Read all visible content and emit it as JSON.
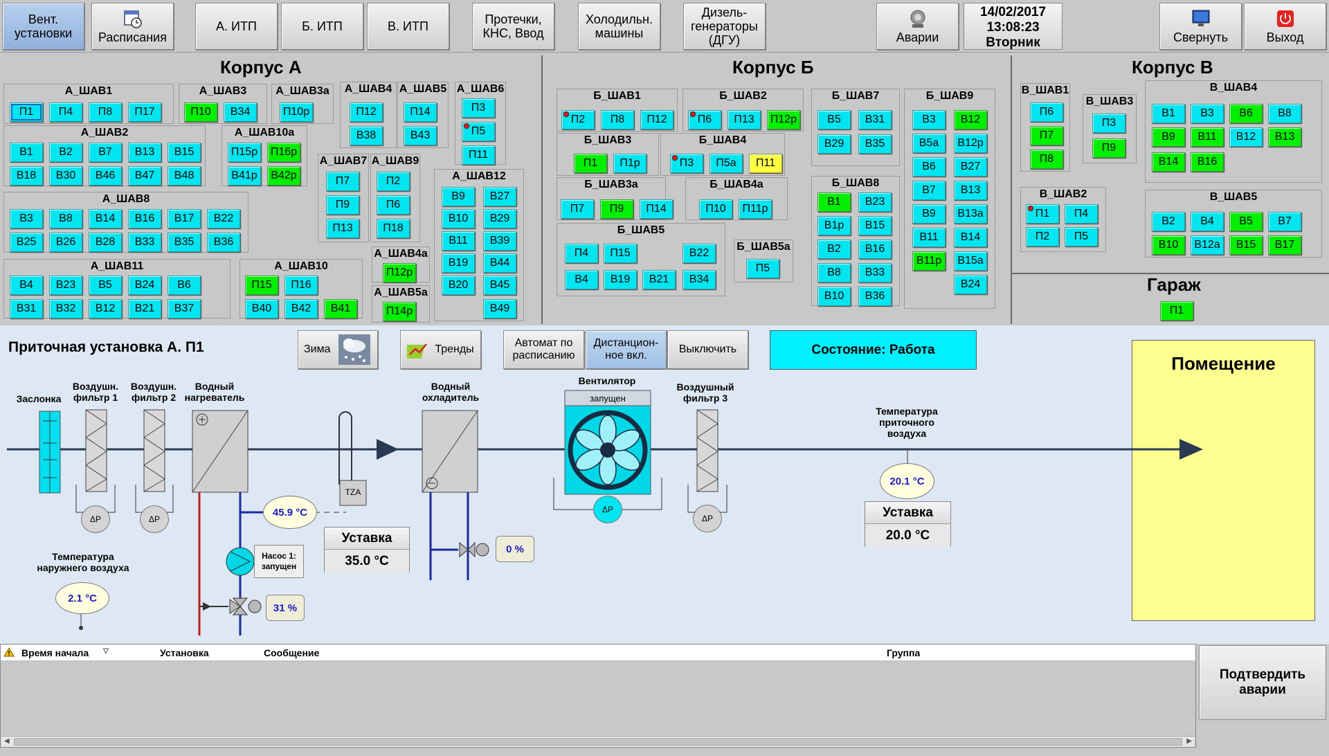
{
  "toolbar": {
    "buttons": {
      "vent": "Вент.\nустановки",
      "schedule": "Расписания",
      "a_itp": "А. ИТП",
      "b_itp": "Б. ИТП",
      "v_itp": "В. ИТП",
      "leaks": "Протечки,\nКНС, Ввод",
      "chillers": "Холодильн.\nмашины",
      "diesel": "Дизель-\nгенераторы\n(ДГУ)",
      "alarms": "Аварии",
      "minimize": "Свернуть",
      "exit": "Выход"
    },
    "date": "14/02/2017",
    "time": "13:08:23",
    "weekday": "Вторник",
    "active": "vent"
  },
  "buildings": {
    "a_title": "Корпус А",
    "b_title": "Корпус Б",
    "v_title": "Корпус В",
    "garage_title": "Гараж"
  },
  "groups": [
    {
      "id": "a_shav1",
      "label": "А_ШАВ1",
      "units": [
        {
          "n": "П1",
          "c": "c",
          "sel": true
        },
        {
          "n": "П4",
          "c": "c"
        },
        {
          "n": "П8",
          "c": "c"
        },
        {
          "n": "П17",
          "c": "c"
        }
      ]
    },
    {
      "id": "a_shav3",
      "label": "А_ШАВ3",
      "units": [
        {
          "n": "П10",
          "c": "g"
        },
        {
          "n": "В34",
          "c": "c"
        }
      ]
    },
    {
      "id": "a_shav3a",
      "label": "А_ШАВ3а",
      "units": [
        {
          "n": "П10р",
          "c": "c"
        }
      ]
    },
    {
      "id": "a_shav4",
      "label": "А_ШАВ4",
      "units": [
        {
          "n": "П12",
          "c": "c"
        },
        {
          "n": "В38",
          "c": "c"
        }
      ]
    },
    {
      "id": "a_shav5",
      "label": "А_ШАВ5",
      "units": [
        {
          "n": "П14",
          "c": "c"
        },
        {
          "n": "В43",
          "c": "c"
        }
      ]
    },
    {
      "id": "a_shav6",
      "label": "А_ШАВ6",
      "units": [
        {
          "n": "П3",
          "c": "c"
        },
        {
          "n": "П5",
          "c": "c",
          "alarm": true
        },
        {
          "n": "П11",
          "c": "c"
        }
      ]
    },
    {
      "id": "a_shav2",
      "label": "А_ШАВ2",
      "units": [
        {
          "n": "В1",
          "c": "c"
        },
        {
          "n": "В2",
          "c": "c"
        },
        {
          "n": "В7",
          "c": "c"
        },
        {
          "n": "В13",
          "c": "c"
        },
        {
          "n": "В15",
          "c": "c"
        },
        {
          "n": "В18",
          "c": "c"
        },
        {
          "n": "В30",
          "c": "c"
        },
        {
          "n": "В46",
          "c": "c"
        },
        {
          "n": "В47",
          "c": "c"
        },
        {
          "n": "В48",
          "c": "c"
        }
      ]
    },
    {
      "id": "a_shav10a",
      "label": "А_ШАВ10а",
      "units": [
        {
          "n": "П15р",
          "c": "c"
        },
        {
          "n": "П16р",
          "c": "g"
        },
        {
          "n": "В41р",
          "c": "c"
        },
        {
          "n": "В42р",
          "c": "g"
        }
      ]
    },
    {
      "id": "a_shav7",
      "label": "А_ШАВ7",
      "units": [
        {
          "n": "П7",
          "c": "c"
        },
        {
          "n": "П9",
          "c": "c"
        },
        {
          "n": "П13",
          "c": "c"
        }
      ]
    },
    {
      "id": "a_shav9",
      "label": "А_ШАВ9",
      "units": [
        {
          "n": "П2",
          "c": "c"
        },
        {
          "n": "П6",
          "c": "c"
        },
        {
          "n": "П18",
          "c": "c"
        }
      ]
    },
    {
      "id": "a_shav12",
      "label": "А_ШАВ12",
      "units": [
        {
          "n": "В9",
          "c": "c"
        },
        {
          "n": "В27",
          "c": "c"
        },
        {
          "n": "В10",
          "c": "c"
        },
        {
          "n": "В29",
          "c": "c"
        },
        {
          "n": "В11",
          "c": "c"
        },
        {
          "n": "В39",
          "c": "c"
        },
        {
          "n": "В19",
          "c": "c"
        },
        {
          "n": "В44",
          "c": "c"
        },
        {
          "n": "В20",
          "c": "c"
        },
        {
          "n": "В45",
          "c": "c"
        },
        {
          "n": "В49",
          "c": "c"
        }
      ]
    },
    {
      "id": "a_shav8",
      "label": "А_ШАВ8",
      "units": [
        {
          "n": "В3",
          "c": "c"
        },
        {
          "n": "В8",
          "c": "c"
        },
        {
          "n": "В14",
          "c": "c"
        },
        {
          "n": "В16",
          "c": "c"
        },
        {
          "n": "В17",
          "c": "c"
        },
        {
          "n": "В22",
          "c": "c"
        },
        {
          "n": "В25",
          "c": "c"
        },
        {
          "n": "В26",
          "c": "c"
        },
        {
          "n": "В28",
          "c": "c"
        },
        {
          "n": "В33",
          "c": "c"
        },
        {
          "n": "В35",
          "c": "c"
        },
        {
          "n": "В36",
          "c": "c"
        }
      ]
    },
    {
      "id": "a_shav4a",
      "label": "А_ШАВ4а",
      "units": [
        {
          "n": "П12р",
          "c": "g"
        }
      ]
    },
    {
      "id": "a_shav5a",
      "label": "А_ШАВ5а",
      "units": [
        {
          "n": "П14р",
          "c": "g"
        }
      ]
    },
    {
      "id": "a_shav11",
      "label": "А_ШАВ11",
      "units": [
        {
          "n": "В4",
          "c": "c"
        },
        {
          "n": "В23",
          "c": "c"
        },
        {
          "n": "В5",
          "c": "c"
        },
        {
          "n": "В24",
          "c": "c"
        },
        {
          "n": "В6",
          "c": "c"
        },
        {
          "n": "В31",
          "c": "c"
        },
        {
          "n": "В32",
          "c": "c"
        },
        {
          "n": "В12",
          "c": "c"
        },
        {
          "n": "В21",
          "c": "c"
        },
        {
          "n": "В37",
          "c": "c"
        }
      ]
    },
    {
      "id": "a_shav10",
      "label": "А_ШАВ10",
      "units": [
        {
          "n": "П15",
          "c": "g"
        },
        {
          "n": "П16",
          "c": "c"
        },
        {
          "n": "В40",
          "c": "c"
        },
        {
          "n": "В42",
          "c": "c"
        },
        {
          "n": "В41",
          "c": "g"
        }
      ]
    },
    {
      "id": "b_shav1",
      "label": "Б_ШАВ1",
      "units": [
        {
          "n": "П2",
          "c": "c",
          "alarm": true
        },
        {
          "n": "П8",
          "c": "c"
        },
        {
          "n": "П12",
          "c": "c"
        }
      ]
    },
    {
      "id": "b_shav2",
      "label": "Б_ШАВ2",
      "units": [
        {
          "n": "П6",
          "c": "c",
          "alarm": true
        },
        {
          "n": "П13",
          "c": "c"
        },
        {
          "n": "П12р",
          "c": "g"
        }
      ]
    },
    {
      "id": "b_shav3",
      "label": "Б_ШАВ3",
      "units": [
        {
          "n": "П1",
          "c": "g"
        },
        {
          "n": "П1р",
          "c": "c"
        }
      ]
    },
    {
      "id": "b_shav4",
      "label": "Б_ШАВ4",
      "units": [
        {
          "n": "П3",
          "c": "c",
          "alarm": true
        },
        {
          "n": "П5а",
          "c": "c"
        },
        {
          "n": "П11",
          "c": "y"
        }
      ]
    },
    {
      "id": "b_shav3a",
      "label": "Б_ШАВ3а",
      "units": [
        {
          "n": "П7",
          "c": "c"
        },
        {
          "n": "П9",
          "c": "g"
        },
        {
          "n": "П14",
          "c": "c"
        }
      ]
    },
    {
      "id": "b_shav4a",
      "label": "Б_ШАВ4а",
      "units": [
        {
          "n": "П10",
          "c": "c"
        },
        {
          "n": "П11р",
          "c": "c"
        }
      ]
    },
    {
      "id": "b_shav5",
      "label": "Б_ШАВ5",
      "units": [
        {
          "n": "П4",
          "c": "c"
        },
        {
          "n": "П15",
          "c": "c"
        },
        {
          "n": "В22",
          "c": "c"
        },
        {
          "n": "В4",
          "c": "c"
        },
        {
          "n": "В19",
          "c": "c"
        },
        {
          "n": "В21",
          "c": "c"
        },
        {
          "n": "В34",
          "c": "c"
        }
      ]
    },
    {
      "id": "b_shav5a",
      "label": "Б_ШАВ5а",
      "units": [
        {
          "n": "П5",
          "c": "c"
        }
      ]
    },
    {
      "id": "b_shav7",
      "label": "Б_ШАВ7",
      "units": [
        {
          "n": "В5",
          "c": "c"
        },
        {
          "n": "В31",
          "c": "c"
        },
        {
          "n": "В29",
          "c": "c"
        },
        {
          "n": "В35",
          "c": "c"
        }
      ]
    },
    {
      "id": "b_shav8",
      "label": "Б_ШАВ8",
      "units": [
        {
          "n": "В1",
          "c": "g"
        },
        {
          "n": "В23",
          "c": "c"
        },
        {
          "n": "В1р",
          "c": "c"
        },
        {
          "n": "В15",
          "c": "c"
        },
        {
          "n": "В2",
          "c": "c"
        },
        {
          "n": "В16",
          "c": "c"
        },
        {
          "n": "В8",
          "c": "c"
        },
        {
          "n": "В33",
          "c": "c"
        },
        {
          "n": "В10",
          "c": "c"
        },
        {
          "n": "В36",
          "c": "c"
        }
      ]
    },
    {
      "id": "b_shav9",
      "label": "Б_ШАВ9",
      "units": [
        {
          "n": "В3",
          "c": "c"
        },
        {
          "n": "В12",
          "c": "g"
        },
        {
          "n": "В5а",
          "c": "c"
        },
        {
          "n": "В12р",
          "c": "c"
        },
        {
          "n": "В6",
          "c": "c"
        },
        {
          "n": "В27",
          "c": "c"
        },
        {
          "n": "В7",
          "c": "c"
        },
        {
          "n": "В13",
          "c": "c"
        },
        {
          "n": "В9",
          "c": "c"
        },
        {
          "n": "В13а",
          "c": "c"
        },
        {
          "n": "В11",
          "c": "c"
        },
        {
          "n": "В14",
          "c": "c"
        },
        {
          "n": "В11р",
          "c": "g"
        },
        {
          "n": "В15а",
          "c": "c"
        },
        {
          "n": "В24",
          "c": "c"
        }
      ]
    },
    {
      "id": "v_shav1",
      "label": "В_ШАВ1",
      "units": [
        {
          "n": "П6",
          "c": "c"
        },
        {
          "n": "П7",
          "c": "g"
        },
        {
          "n": "П8",
          "c": "g"
        }
      ]
    },
    {
      "id": "v_shav3",
      "label": "В_ШАВ3",
      "units": [
        {
          "n": "П3",
          "c": "c"
        },
        {
          "n": "П9",
          "c": "g"
        }
      ]
    },
    {
      "id": "v_shav4",
      "label": "В_ШАВ4",
      "units": [
        {
          "n": "В1",
          "c": "c"
        },
        {
          "n": "В3",
          "c": "c"
        },
        {
          "n": "В6",
          "c": "g"
        },
        {
          "n": "В8",
          "c": "c"
        },
        {
          "n": "В9",
          "c": "g"
        },
        {
          "n": "В11",
          "c": "g"
        },
        {
          "n": "В12",
          "c": "c"
        },
        {
          "n": "В13",
          "c": "g"
        },
        {
          "n": "В14",
          "c": "g"
        },
        {
          "n": "В16",
          "c": "g"
        }
      ]
    },
    {
      "id": "v_shav2",
      "label": "В_ШАВ2",
      "units": [
        {
          "n": "П1",
          "c": "c",
          "alarm": true
        },
        {
          "n": "П4",
          "c": "c"
        },
        {
          "n": "П2",
          "c": "c"
        },
        {
          "n": "П5",
          "c": "c"
        }
      ]
    },
    {
      "id": "v_shav5",
      "label": "В_ШАВ5",
      "units": [
        {
          "n": "В2",
          "c": "c"
        },
        {
          "n": "В4",
          "c": "c"
        },
        {
          "n": "В5",
          "c": "g"
        },
        {
          "n": "В7",
          "c": "c"
        },
        {
          "n": "В10",
          "c": "g"
        },
        {
          "n": "В12а",
          "c": "c"
        },
        {
          "n": "В15",
          "c": "g"
        },
        {
          "n": "В17",
          "c": "g"
        }
      ]
    },
    {
      "id": "garage",
      "label": "",
      "units": [
        {
          "n": "П1",
          "c": "g"
        }
      ]
    }
  ],
  "process": {
    "title": "Приточная установка А. П1",
    "mode_label": "Зима",
    "trends_label": "Тренды",
    "auto_label": "Автомат по\nрасписанию",
    "remote_label": "Дистанцион-\nное вкл.",
    "off_label": "Выключить",
    "state": "Состояние: Работа",
    "room_label": "Помещение",
    "labels": {
      "damper": "Заслонка",
      "filter1": "Воздушн.\nфильтр 1",
      "filter2": "Воздушн.\nфильтр 2",
      "heater": "Водный\nнагреватель",
      "cooler": "Водный\nохладитель",
      "fan": "Вентилятор",
      "fan_state": "запущен",
      "filter3": "Воздушный\nфильтр 3",
      "outdoor": "Температура\nнаружнего воздуха",
      "supply": "Температура\nприточного\nвоздуха",
      "pump": "Насос 1:\nзапущен",
      "tza": "TZA",
      "dp": "ΔP"
    },
    "values": {
      "outdoor_temp": "2.1 °C",
      "heater_water_temp": "45.9 °C",
      "heater_valve": "31 %",
      "cooler_valve": "0 %",
      "supply_temp": "20.1 °C"
    },
    "heater_setpoint": {
      "label": "Уставка",
      "value": "35.0 °C"
    },
    "supply_setpoint": {
      "label": "Уставка",
      "value": "20.0 °C"
    }
  },
  "alarms": {
    "columns": [
      "Время начала",
      "Установка",
      "Сообщение",
      "Группа"
    ],
    "rows": [],
    "ack_label": "Подтвердить\nаварии"
  },
  "colors": {
    "running": "#00f000",
    "ok": "#00e6f0",
    "warning": "#ffff40",
    "state": "#00f0ff",
    "room": "#ffff90"
  }
}
